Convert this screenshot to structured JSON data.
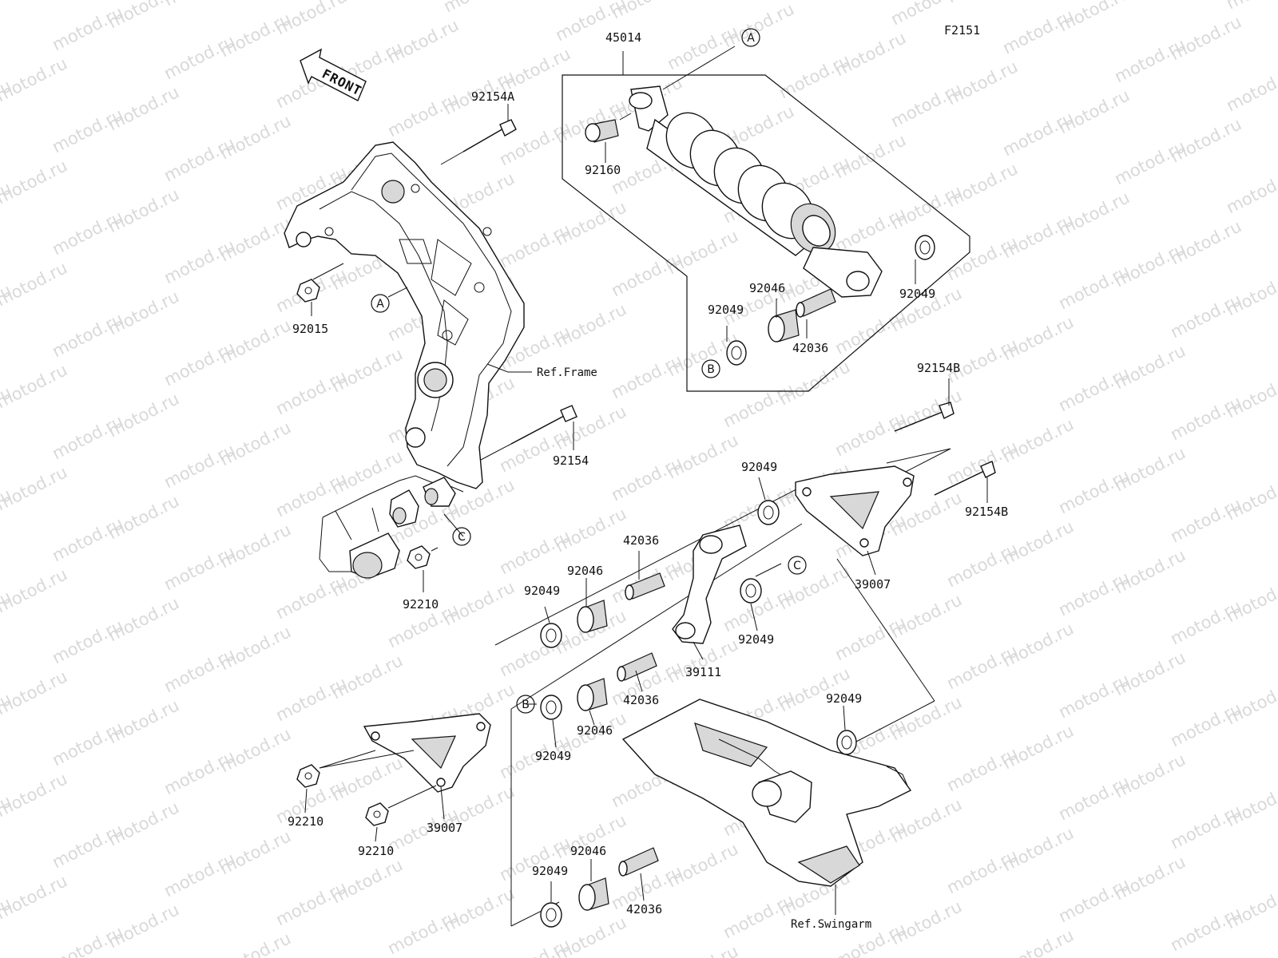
{
  "figure_code": "F2151",
  "front_label": "FRONT",
  "watermark": "motod.ru",
  "refs": {
    "frame": "Ref.Frame",
    "swingarm": "Ref.Swingarm"
  },
  "markers": {
    "a": "A",
    "b": "B",
    "c": "C"
  },
  "parts": {
    "shock_assy": "45014",
    "bolt_a": "92154A",
    "bolt_b1": "92154B",
    "bolt_b2": "92154B",
    "bolt": "92154",
    "collar_top": "92160",
    "nut_frame": "92015",
    "nut_1": "92210",
    "nut_2": "92210",
    "nut_3": "92210",
    "bearing_shock": "92046",
    "bearing_rod_1": "92046",
    "bearing_rod_2": "92046",
    "bearing_sw": "92046",
    "seal_shock_1": "92049",
    "seal_shock_2": "92049",
    "seal_1": "92049",
    "seal_2": "92049",
    "seal_3": "92049",
    "seal_4": "92049",
    "seal_5": "92049",
    "seal_6": "92049",
    "sleeve_shock": "42036",
    "sleeve_1": "42036",
    "sleeve_2": "42036",
    "sleeve_3": "42036",
    "rod_right": "39007",
    "rod_left": "39007",
    "rocker": "39111"
  }
}
